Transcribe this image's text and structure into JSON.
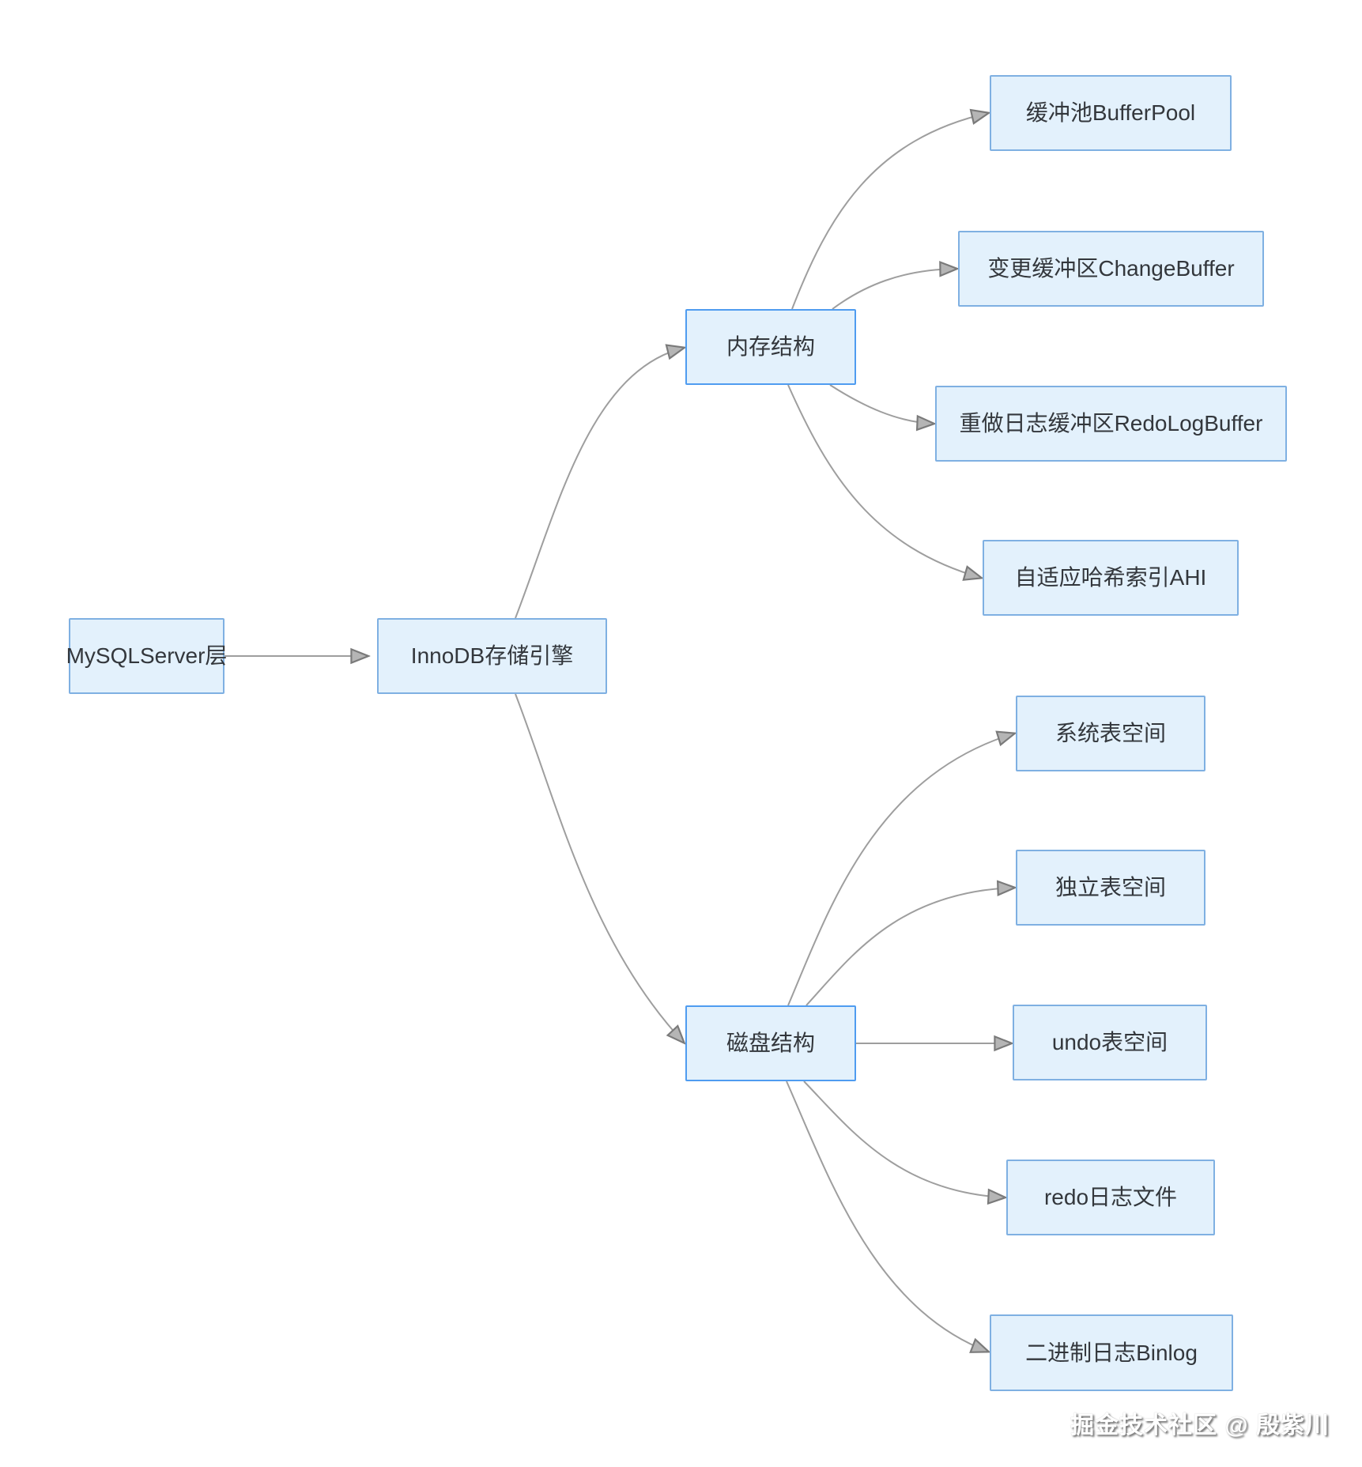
{
  "diagram": {
    "nodes": {
      "mysql_server": {
        "label": "MySQLServer层"
      },
      "innodb": {
        "label": "InnoDB存储引擎"
      },
      "memory": {
        "label": "内存结构"
      },
      "disk": {
        "label": "磁盘结构"
      },
      "buffer_pool": {
        "label": "缓冲池BufferPool"
      },
      "change_buffer": {
        "label": "变更缓冲区ChangeBuffer"
      },
      "redo_log_buffer": {
        "label": "重做日志缓冲区RedoLogBuffer"
      },
      "adaptive_hash_index": {
        "label": "自适应哈希索引AHI"
      },
      "system_tablespace": {
        "label": "系统表空间"
      },
      "file_per_table_tablespace": {
        "label": "独立表空间"
      },
      "undo_tablespace": {
        "label": "undo表空间"
      },
      "redo_log_files": {
        "label": "redo日志文件"
      },
      "binlog": {
        "label": "二进制日志Binlog"
      }
    },
    "edges": [
      {
        "from": "mysql_server",
        "to": "innodb"
      },
      {
        "from": "innodb",
        "to": "memory"
      },
      {
        "from": "innodb",
        "to": "disk"
      },
      {
        "from": "memory",
        "to": "buffer_pool"
      },
      {
        "from": "memory",
        "to": "change_buffer"
      },
      {
        "from": "memory",
        "to": "redo_log_buffer"
      },
      {
        "from": "memory",
        "to": "adaptive_hash_index"
      },
      {
        "from": "disk",
        "to": "system_tablespace"
      },
      {
        "from": "disk",
        "to": "file_per_table_tablespace"
      },
      {
        "from": "disk",
        "to": "undo_tablespace"
      },
      {
        "from": "disk",
        "to": "redo_log_files"
      },
      {
        "from": "disk",
        "to": "binlog"
      }
    ],
    "colors": {
      "background": "#ffffff",
      "node_fill": "#e3f1fc",
      "node_border": "#7fb0e2",
      "hub_border": "#4f9cf0",
      "edge_line": "#9e9e9e",
      "arrow_fill": "#b5b5b5",
      "arrow_stroke": "#7a7a7a",
      "node_text": "#33373c",
      "watermark_text": "#ffffff"
    },
    "watermark": "掘金技术社区 @ 殷紫川"
  }
}
